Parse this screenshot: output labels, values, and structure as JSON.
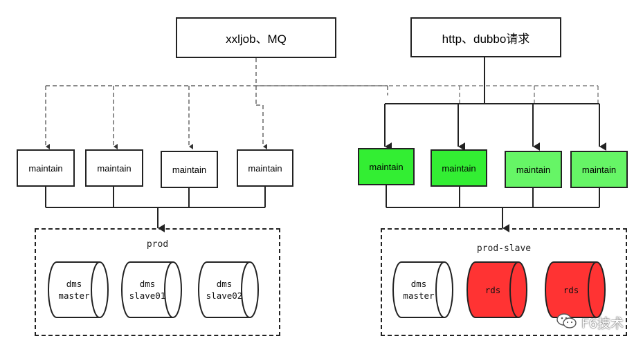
{
  "sources": {
    "left": "xxljob、MQ",
    "right": "http、dubbo请求"
  },
  "left_maintain": [
    "maintain",
    "maintain",
    "maintain",
    "maintain"
  ],
  "right_maintain": [
    "maintain",
    "maintain",
    "maintain",
    "maintain"
  ],
  "prod": {
    "label": "prod",
    "dbs": [
      {
        "line1": "dms",
        "line2": "master",
        "color": "#ffffff"
      },
      {
        "line1": "dms",
        "line2": "slave01",
        "color": "#ffffff"
      },
      {
        "line1": "dms",
        "line2": "slave02",
        "color": "#ffffff"
      }
    ]
  },
  "prod_slave": {
    "label": "prod-slave",
    "dbs": [
      {
        "line1": "dms",
        "line2": "master",
        "color": "#ffffff"
      },
      {
        "line1": "rds",
        "line2": "",
        "color": "#ff3333"
      },
      {
        "line1": "rds",
        "line2": "",
        "color": "#ff3333"
      }
    ]
  },
  "colors": {
    "green_dark": "#33ee33",
    "green_light": "#66f566",
    "red": "#ff3333"
  },
  "watermark": {
    "text": "F6技术",
    "icon": "wechat-icon"
  }
}
